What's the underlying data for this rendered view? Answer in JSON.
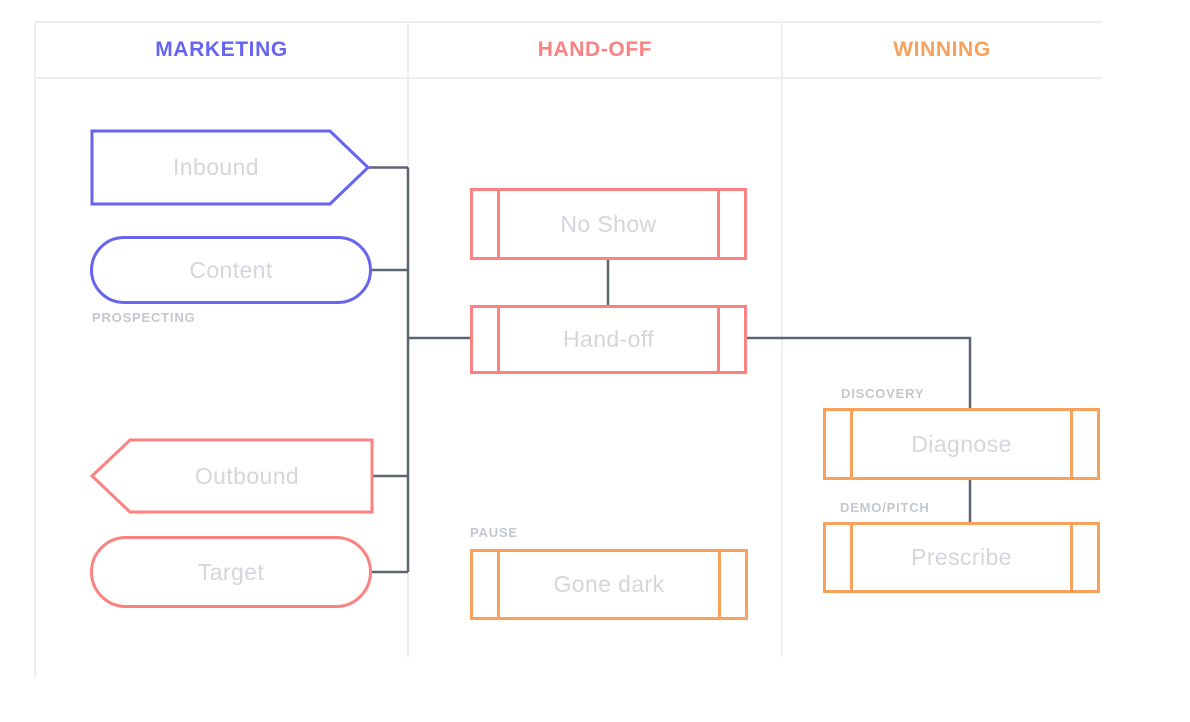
{
  "columns": [
    {
      "id": "marketing",
      "label": "MARKETING",
      "color": "#6565f2"
    },
    {
      "id": "hand-off",
      "label": "HAND-OFF",
      "color": "#fc8181"
    },
    {
      "id": "winning",
      "label": "WINNING",
      "color": "#f9a05a"
    }
  ],
  "nodes": {
    "inbound": {
      "label": "Inbound",
      "shape": "arrow-right",
      "column": "MARKETING",
      "color": "#6565f2"
    },
    "content": {
      "label": "Content",
      "shape": "pill",
      "column": "MARKETING",
      "color": "#6565f2"
    },
    "outbound": {
      "label": "Outbound",
      "shape": "arrow-left",
      "column": "MARKETING",
      "color": "#fc8181"
    },
    "target": {
      "label": "Target",
      "shape": "pill",
      "column": "MARKETING",
      "color": "#fc8181"
    },
    "no_show": {
      "label": "No Show",
      "shape": "process",
      "column": "HAND-OFF",
      "color": "#fc8181"
    },
    "hand_off": {
      "label": "Hand-off",
      "shape": "process",
      "column": "HAND-OFF",
      "color": "#fc8181"
    },
    "gone_dark": {
      "label": "Gone dark",
      "shape": "process",
      "column": "HAND-OFF",
      "color": "#f9a05a"
    },
    "diagnose": {
      "label": "Diagnose",
      "shape": "process",
      "column": "WINNING",
      "color": "#f9a05a"
    },
    "prescribe": {
      "label": "Prescribe",
      "shape": "process",
      "column": "WINNING",
      "color": "#f9a05a"
    }
  },
  "annotations": {
    "prospecting": "PROSPECTING",
    "pause": "PAUSE",
    "discovery": "DISCOVERY",
    "demo_pitch": "DEMO/PITCH"
  },
  "edges": [
    {
      "from": "inbound",
      "to": "hand_off"
    },
    {
      "from": "content",
      "to": "hand_off"
    },
    {
      "from": "outbound",
      "to": "hand_off"
    },
    {
      "from": "target",
      "to": "hand_off"
    },
    {
      "from": "no_show",
      "to": "hand_off"
    },
    {
      "from": "hand_off",
      "to": "diagnose"
    },
    {
      "from": "diagnose",
      "to": "prescribe"
    }
  ],
  "colors": {
    "blue": "#6565f2",
    "coral": "#fc8181",
    "orange": "#f9a05a",
    "connector": "#5d6570",
    "grid": "#eeeef0",
    "node_text": "#d4d6db",
    "annotation_text": "#c4c7cd",
    "background": "#ffffff"
  }
}
